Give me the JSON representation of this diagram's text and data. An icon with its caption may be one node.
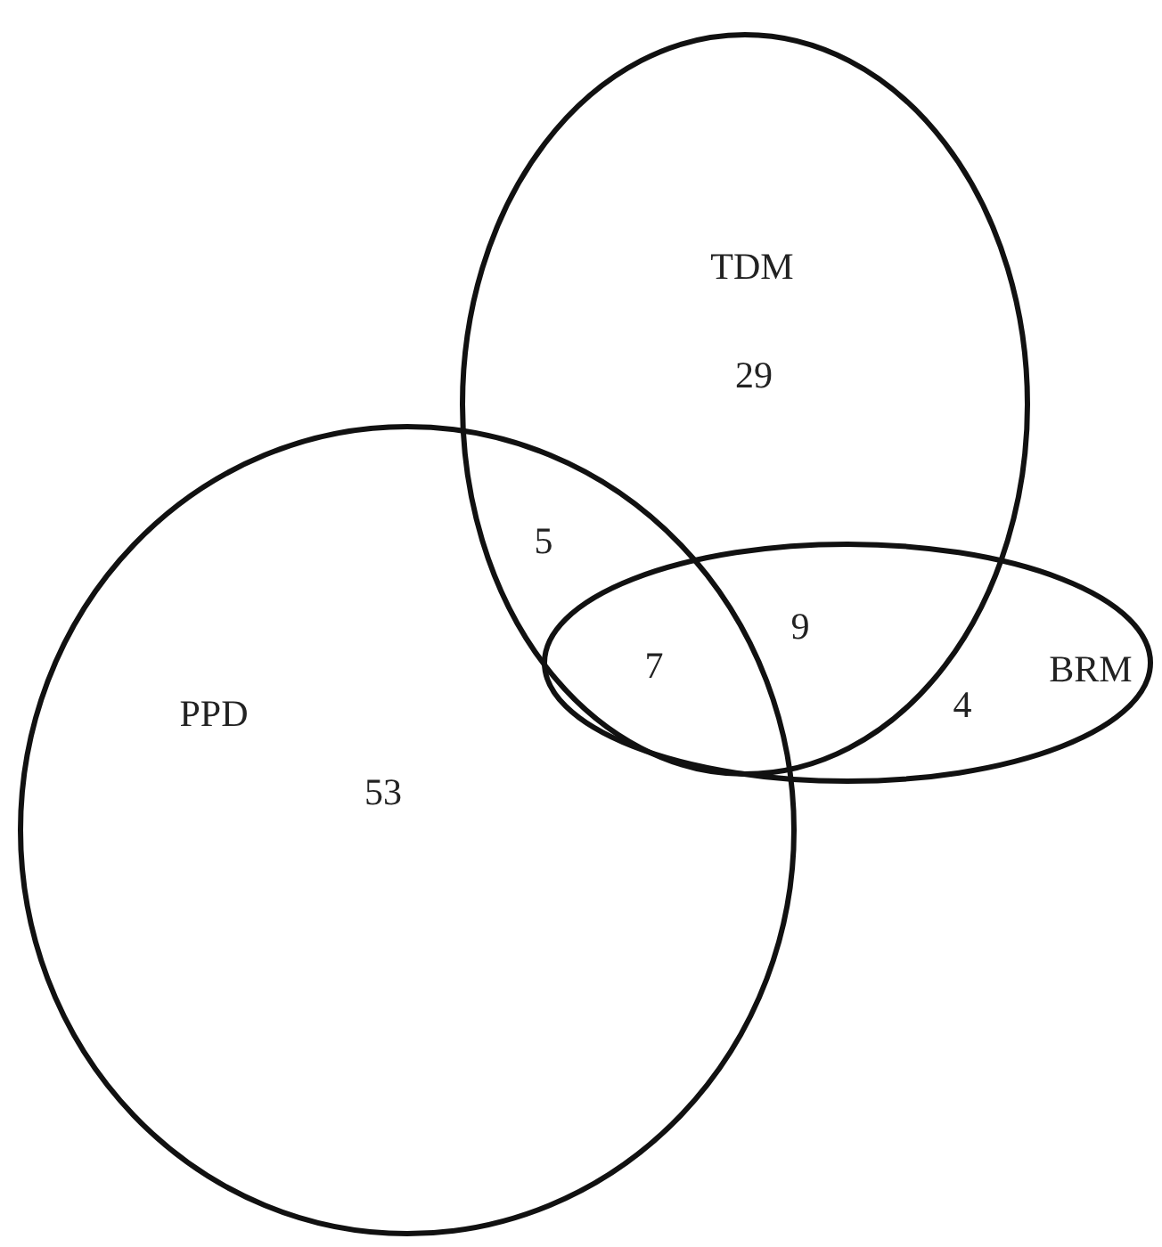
{
  "diagram": {
    "nodes": [
      {
        "text": [
          "TDM"
        ]
      },
      {
        "text": [
          "PPD"
        ]
      },
      {
        "text": [
          "BRM"
        ]
      }
    ],
    "labels": [
      "29",
      "5",
      "9",
      "7",
      "4",
      "53"
    ]
  }
}
